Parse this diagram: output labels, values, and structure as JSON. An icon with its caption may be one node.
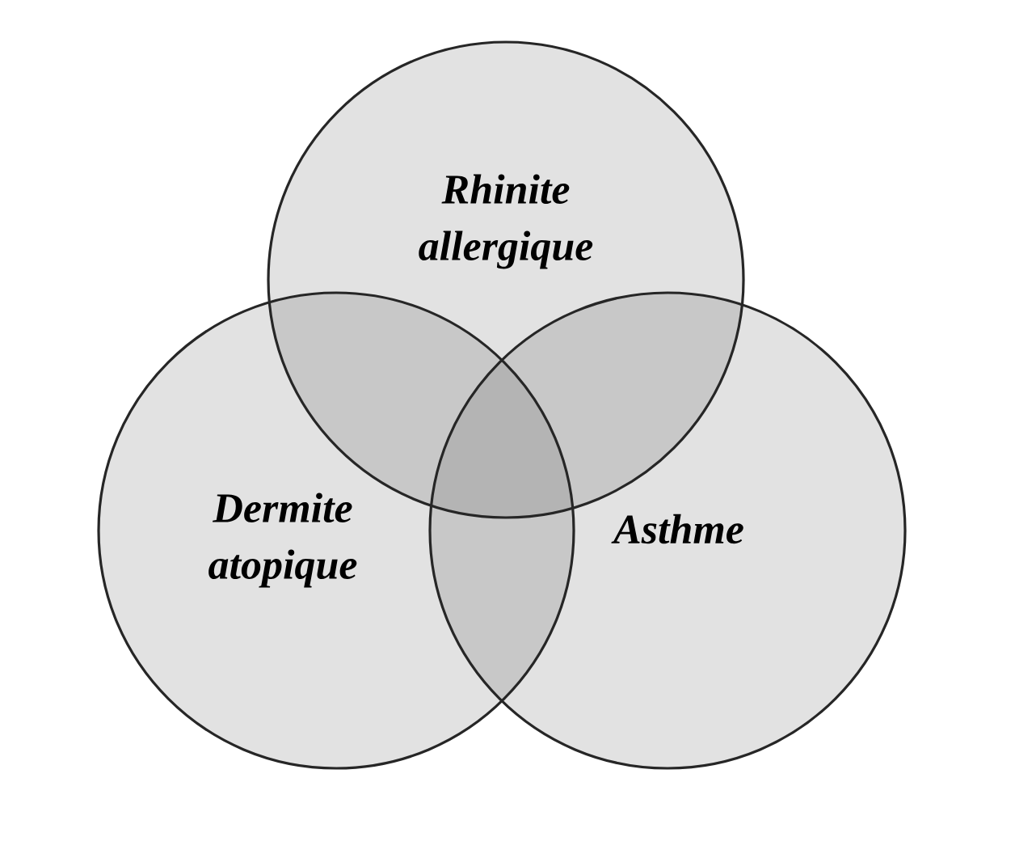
{
  "diagram": {
    "nodes": [
      {
        "text": [
          "Rhinite allergique"
        ]
      },
      {
        "text": [
          "Dermite atopique"
        ]
      },
      {
        "text": [
          "Asthme"
        ]
      }
    ]
  }
}
